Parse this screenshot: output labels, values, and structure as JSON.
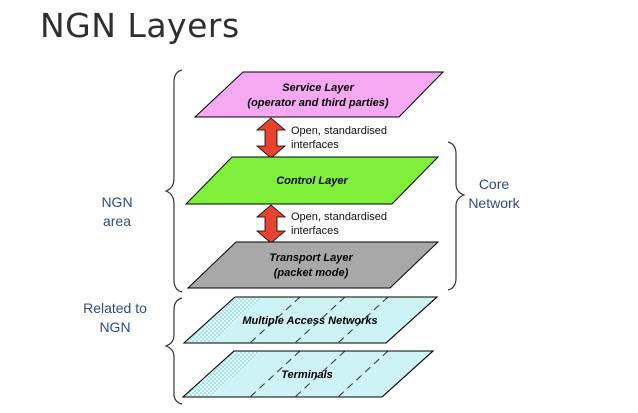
{
  "title": "NGN Layers",
  "layers": {
    "service": {
      "line1": "Service Layer",
      "line2": "(operator and third parties)",
      "color": "#f6a8f2"
    },
    "control": {
      "line1": "Control Layer",
      "color": "#7fef3a"
    },
    "transport": {
      "line1": "Transport Layer",
      "line2": "(packet mode)",
      "color": "#a8a8a8"
    },
    "access": {
      "line1": "Multiple Access Networks",
      "color": "#cdf3f7"
    },
    "terminals": {
      "line1": "Terminals",
      "color": "#cdf3f7"
    }
  },
  "interfaces": {
    "upper": {
      "line1": "Open, standardised",
      "line2": "interfaces"
    },
    "lower": {
      "line1": "Open, standardised",
      "line2": "interfaces"
    }
  },
  "arrow_color": "#e8432e",
  "brackets": {
    "ngn_area": {
      "line1": "NGN",
      "line2": "area"
    },
    "core_network": {
      "line1": "Core",
      "line2": "Network"
    },
    "related": {
      "line1": "Related to",
      "line2": "NGN"
    }
  }
}
